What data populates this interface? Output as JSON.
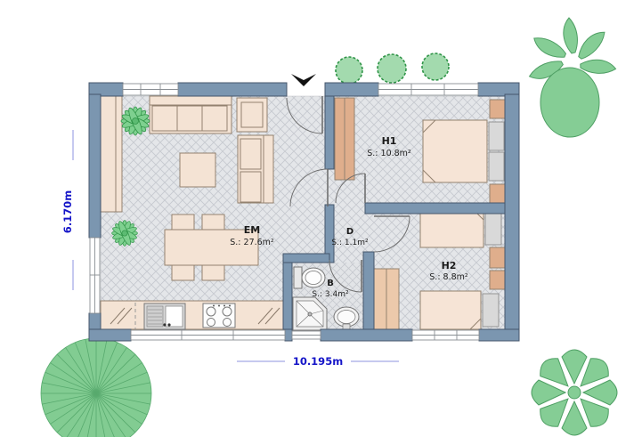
{
  "plan": {
    "rooms": [
      {
        "id": "EM",
        "name": "EM",
        "area": "S.: 27.6m²"
      },
      {
        "id": "H1",
        "name": "H1",
        "area": "S.: 10.8m²"
      },
      {
        "id": "H2",
        "name": "H2",
        "area": "S.: 8.8m²"
      },
      {
        "id": "D",
        "name": "D",
        "area": "S.: 1.1m²"
      },
      {
        "id": "B",
        "name": "B",
        "area": "S.: 3.4m²"
      }
    ],
    "dimensions": {
      "width_label": "10.195m",
      "height_label": "6.170m"
    },
    "colors": {
      "wall": "#7b96b0",
      "wall_outline": "#45566b",
      "floor": "#e4e6e9",
      "floor_line": "#c7cad0",
      "furniture": "#f4e3d4",
      "furniture_outline": "#93826f",
      "wood_accent": "#dfae8c",
      "textile_gray": "#d9d9d9",
      "tree": "#82cc92",
      "tree_outline": "#4f9f64",
      "dimension_text": "#1414c8",
      "dimension_line": "#b3b7ea",
      "arrow": "#111111"
    }
  }
}
